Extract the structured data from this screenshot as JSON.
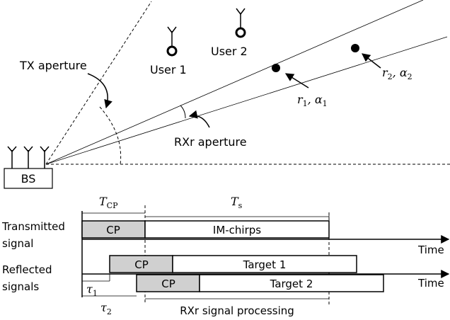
{
  "labels": {
    "tx_aperture": "TX aperture",
    "rxr_aperture": "RXr aperture",
    "user1": "User 1",
    "user2": "User 2",
    "bs": "BS",
    "target1_param_r": "r",
    "target1_param_sub": "1",
    "target1_param_alpha": "α",
    "target2_param_r": "r",
    "target2_param_sub": "2",
    "target2_param_alpha": "α",
    "transmitted": "Transmitted",
    "signal": "signal",
    "reflected": "Reflected",
    "signals": "signals",
    "time1": "Time",
    "time2": "Time",
    "t_cp_T": "T",
    "t_cp_sub": "CP",
    "t_s_T": "T",
    "t_s_sub": "s",
    "tau1": "τ",
    "tau1_sub": "1",
    "tau2": "τ",
    "tau2_sub": "2",
    "rxr_processing": "RXr signal processing"
  },
  "blocks": {
    "cp1": "CP",
    "imchirps": "IM-chirps",
    "cp2": "CP",
    "target1": "Target 1",
    "cp3": "CP",
    "target2": "Target 2"
  },
  "colors": {
    "cp_fill": "#d0d0d0",
    "stroke": "#000000"
  }
}
